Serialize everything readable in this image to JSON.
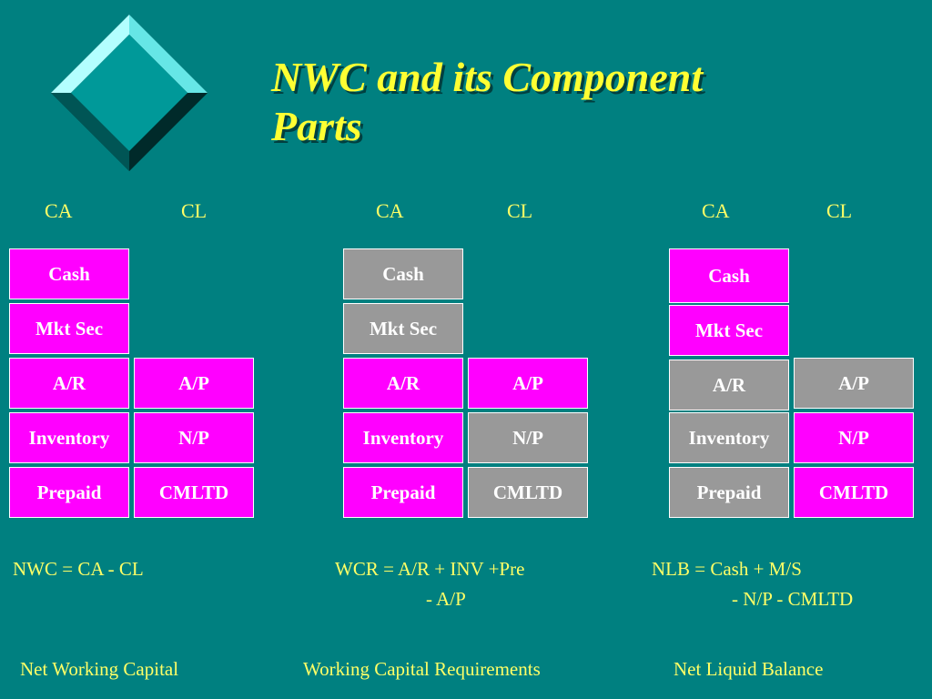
{
  "title_line1": "NWC and its Component",
  "title_line2": "Parts",
  "colors": {
    "background": "#008080",
    "title": "#ffff33",
    "label": "#ffff66",
    "magenta": "#ff00ff",
    "gray": "#999999"
  },
  "icon": "teal-diamond-bevel-icon",
  "panels": [
    {
      "ca_label": "CA",
      "cl_label": "CL",
      "cells": {
        "cash": "Cash",
        "mktsec": "Mkt Sec",
        "ar": "A/R",
        "inventory": "Inventory",
        "prepaid": "Prepaid",
        "ap": "A/P",
        "np": "N/P",
        "cmltd": "CMLTD"
      },
      "formula_line1": "NWC = CA - CL",
      "formula_line2": "",
      "caption": "Net Working Capital"
    },
    {
      "ca_label": "CA",
      "cl_label": "CL",
      "cells": {
        "cash": "Cash",
        "mktsec": "Mkt Sec",
        "ar": "A/R",
        "inventory": "Inventory",
        "prepaid": "Prepaid",
        "ap": "A/P",
        "np": "N/P",
        "cmltd": "CMLTD"
      },
      "formula_line1": "WCR = A/R + INV +Pre",
      "formula_line2": "- A/P",
      "caption": "Working Capital Requirements"
    },
    {
      "ca_label": "CA",
      "cl_label": "CL",
      "cells": {
        "cash": "Cash",
        "mktsec": "Mkt Sec",
        "ar": "A/R",
        "inventory": "Inventory",
        "prepaid": "Prepaid",
        "ap": "A/P",
        "np": "N/P",
        "cmltd": "CMLTD"
      },
      "formula_line1": "NLB = Cash + M/S",
      "formula_line2": "- N/P - CMLTD",
      "caption": "Net Liquid Balance"
    }
  ]
}
